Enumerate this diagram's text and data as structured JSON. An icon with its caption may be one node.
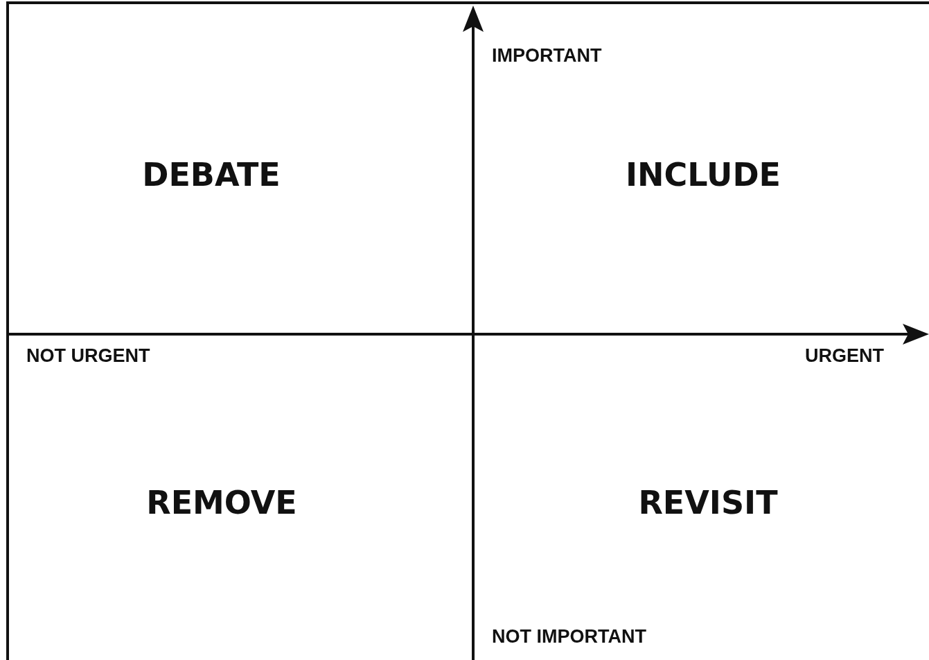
{
  "diagram": {
    "labels": [
      "IMPORTANT",
      "DEBATE",
      "INCLUDE",
      "NOT URGENT",
      "URGENT",
      "REMOVE",
      "REVISIT",
      "NOT IMPORTANT"
    ]
  }
}
